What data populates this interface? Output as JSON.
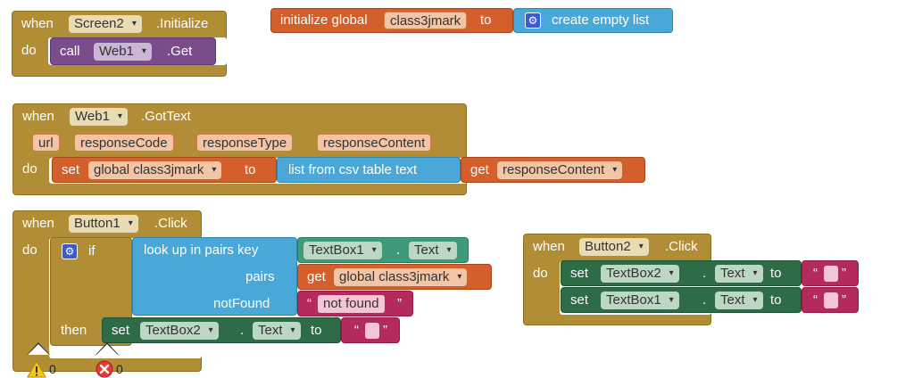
{
  "kw": {
    "when": "when",
    "do": "do",
    "then": "then",
    "if": "if",
    "call": "call",
    "set": "set",
    "to": "to",
    "get": "get",
    "dot": "."
  },
  "screen_init": {
    "component": "Screen2",
    "event": ".Initialize",
    "call_component": "Web1",
    "call_method": ".Get"
  },
  "global_init": {
    "label": "initialize global",
    "var": "class3jmark",
    "to": "to",
    "list_label": "create empty list"
  },
  "web_gottext": {
    "component": "Web1",
    "event": ".GotText",
    "params": [
      "url",
      "responseCode",
      "responseType",
      "responseContent"
    ],
    "set_var": "global class3jmark",
    "csv_label": "list from csv table  text",
    "get_var": "responseContent"
  },
  "button1_click": {
    "component": "Button1",
    "event": ".Click",
    "lookup_label": "look up in pairs  key",
    "key_component": "TextBox1",
    "key_prop": "Text",
    "pairs_label": "pairs",
    "pairs_var": "global class3jmark",
    "notfound_label": "notFound",
    "notfound_value": "not found",
    "then_component": "TextBox2",
    "then_prop": "Text"
  },
  "button2_click": {
    "component": "Button2",
    "event": ".Click",
    "rows": [
      {
        "component": "TextBox2",
        "prop": "Text"
      },
      {
        "component": "TextBox1",
        "prop": "Text"
      }
    ]
  },
  "status": {
    "warnings": "0",
    "errors": "0"
  }
}
